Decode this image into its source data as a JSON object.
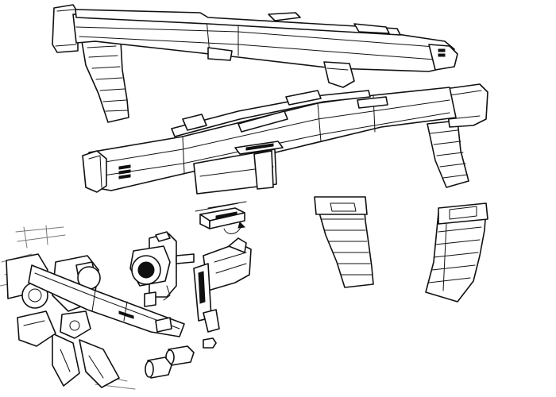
{
  "sheet": {
    "background": "#ffffff",
    "line_color": "#111111",
    "sketch_color": "#777777"
  },
  "parts": [
    {
      "id": "rifle-upper",
      "icon": "rifle-side-view-icon"
    },
    {
      "id": "rifle-lower",
      "icon": "rifle-angled-view-icon"
    },
    {
      "id": "magazine-front",
      "icon": "curved-magazine-icon"
    },
    {
      "id": "magazine-side",
      "icon": "magazine-side-icon"
    },
    {
      "id": "muzzle-detail",
      "icon": "muzzle-front-icon"
    },
    {
      "id": "receiver-detail",
      "icon": "receiver-detail-icon"
    },
    {
      "id": "cartridges",
      "icon": "cartridge-icon"
    },
    {
      "id": "mobile-suit-sketch",
      "icon": "robot-holding-rifle-icon"
    }
  ]
}
